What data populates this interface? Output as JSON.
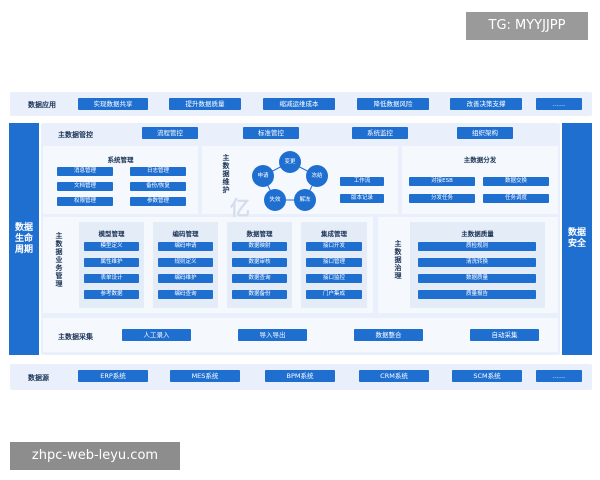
{
  "watermark_top": "TG: MYYJJPP",
  "watermark_bottom": "zhpc-web-leyu.com",
  "faint_logo": "亿",
  "top_row": {
    "label": "数据应用",
    "items": [
      "实现数据共享",
      "提升数据质量",
      "缩减运维成本",
      "降低数据风险",
      "改善决策支撑",
      "......"
    ]
  },
  "left_side": "数据生命周期",
  "right_side": "数据安全",
  "control_row": {
    "label": "主数据管控",
    "items": [
      "流程管控",
      "标准管控",
      "系统监控",
      "组织架构"
    ]
  },
  "system_mgmt": {
    "title": "系统管理",
    "items": [
      "消息管理",
      "日志管理",
      "文档管理",
      "备份/恢复",
      "权限管理",
      "参数管理"
    ]
  },
  "maintenance": {
    "label": "主数据维护",
    "cycle": [
      "变更",
      "冻结",
      "解冻",
      "失效",
      "申请"
    ],
    "items": [
      "工作流",
      "版本记录"
    ]
  },
  "distribution": {
    "title": "主数据分发",
    "items": [
      "对接ESB",
      "数据交换",
      "分发任务",
      "任务调度"
    ]
  },
  "business_mgmt": {
    "label": "主数据业务管理",
    "cards": [
      {
        "title": "模型管理",
        "items": [
          "模型定义",
          "属性维护",
          "表单设计",
          "参考数据"
        ]
      },
      {
        "title": "编码管理",
        "items": [
          "编码申请",
          "规则定义",
          "编码维护",
          "编码查询"
        ]
      },
      {
        "title": "数据管理",
        "items": [
          "数据映射",
          "数据审核",
          "数据查询",
          "数据备份"
        ]
      },
      {
        "title": "集成管理",
        "items": [
          "接口开发",
          "接口管理",
          "接口监控",
          "门户集成"
        ]
      }
    ]
  },
  "governance": {
    "label": "主数据治理",
    "title": "主数据质量",
    "items": [
      "质检规则",
      "清洗转换",
      "数据质量",
      "质量报告"
    ]
  },
  "collection": {
    "label": "主数据采集",
    "items": [
      "人工录入",
      "导入导出",
      "数据整合",
      "自动采集"
    ]
  },
  "source_row": {
    "label": "数据源",
    "items": [
      "ERP系统",
      "MES系统",
      "BPM系统",
      "CRM系统",
      "SCM系统",
      "......"
    ]
  },
  "colors": {
    "accent": "#1f6fd1",
    "band": "#e9f0fb",
    "text": "#1d3557"
  }
}
